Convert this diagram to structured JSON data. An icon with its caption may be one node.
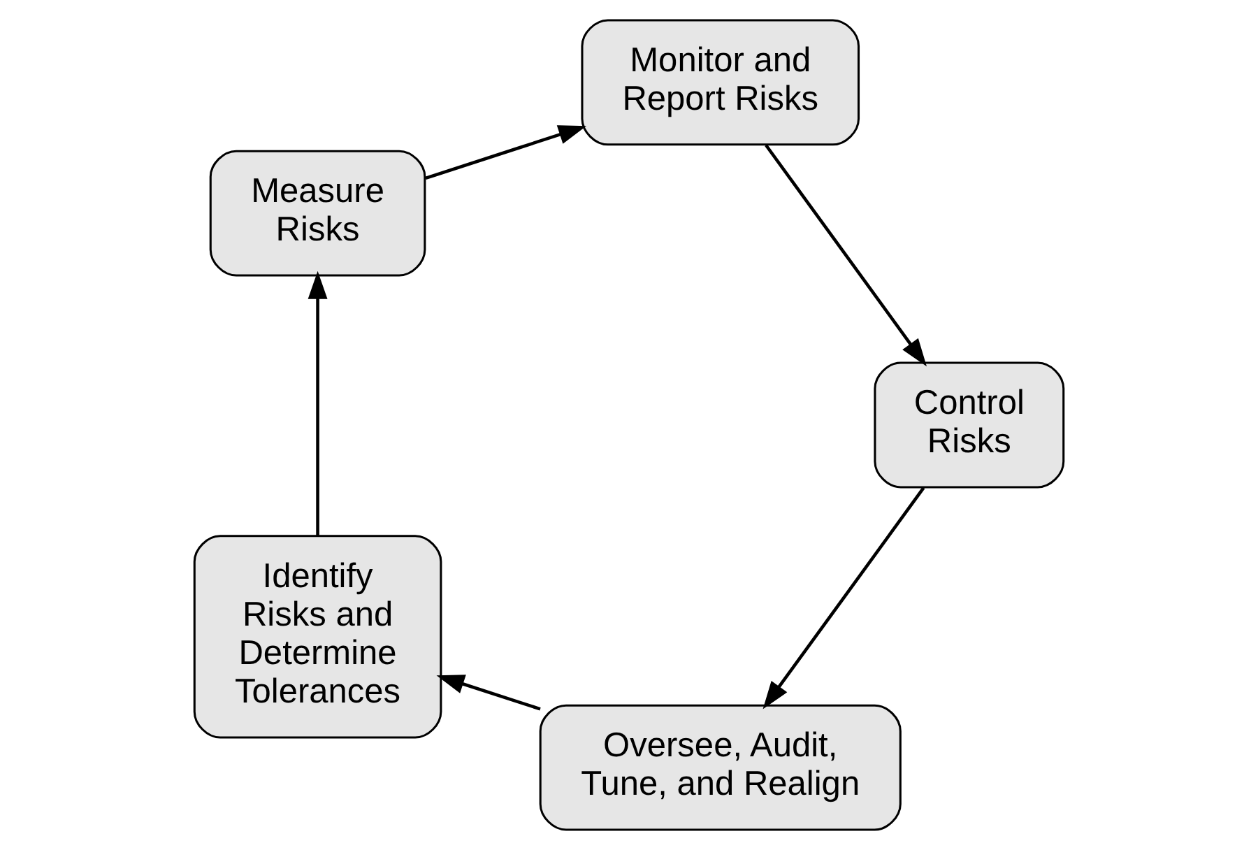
{
  "diagram": {
    "nodes": [
      {
        "text": [
          "Oversee, Audit, Tune, and Realign"
        ]
      },
      {
        "text": [
          "Identify Risks and Determine Tolerances"
        ]
      },
      {
        "text": [
          "Measure Risks"
        ]
      },
      {
        "text": [
          "Monitor and Report Risks"
        ]
      },
      {
        "text": [
          "Control Risks"
        ]
      }
    ],
    "edges": [
      {
        "from": 0,
        "to": 1,
        "arrow": "to"
      },
      {
        "from": 1,
        "to": 2,
        "arrow": "to"
      },
      {
        "from": 2,
        "to": 3,
        "arrow": "to"
      },
      {
        "from": 3,
        "to": 4,
        "arrow": "to"
      },
      {
        "from": 4,
        "to": 0,
        "arrow": "to"
      }
    ]
  }
}
